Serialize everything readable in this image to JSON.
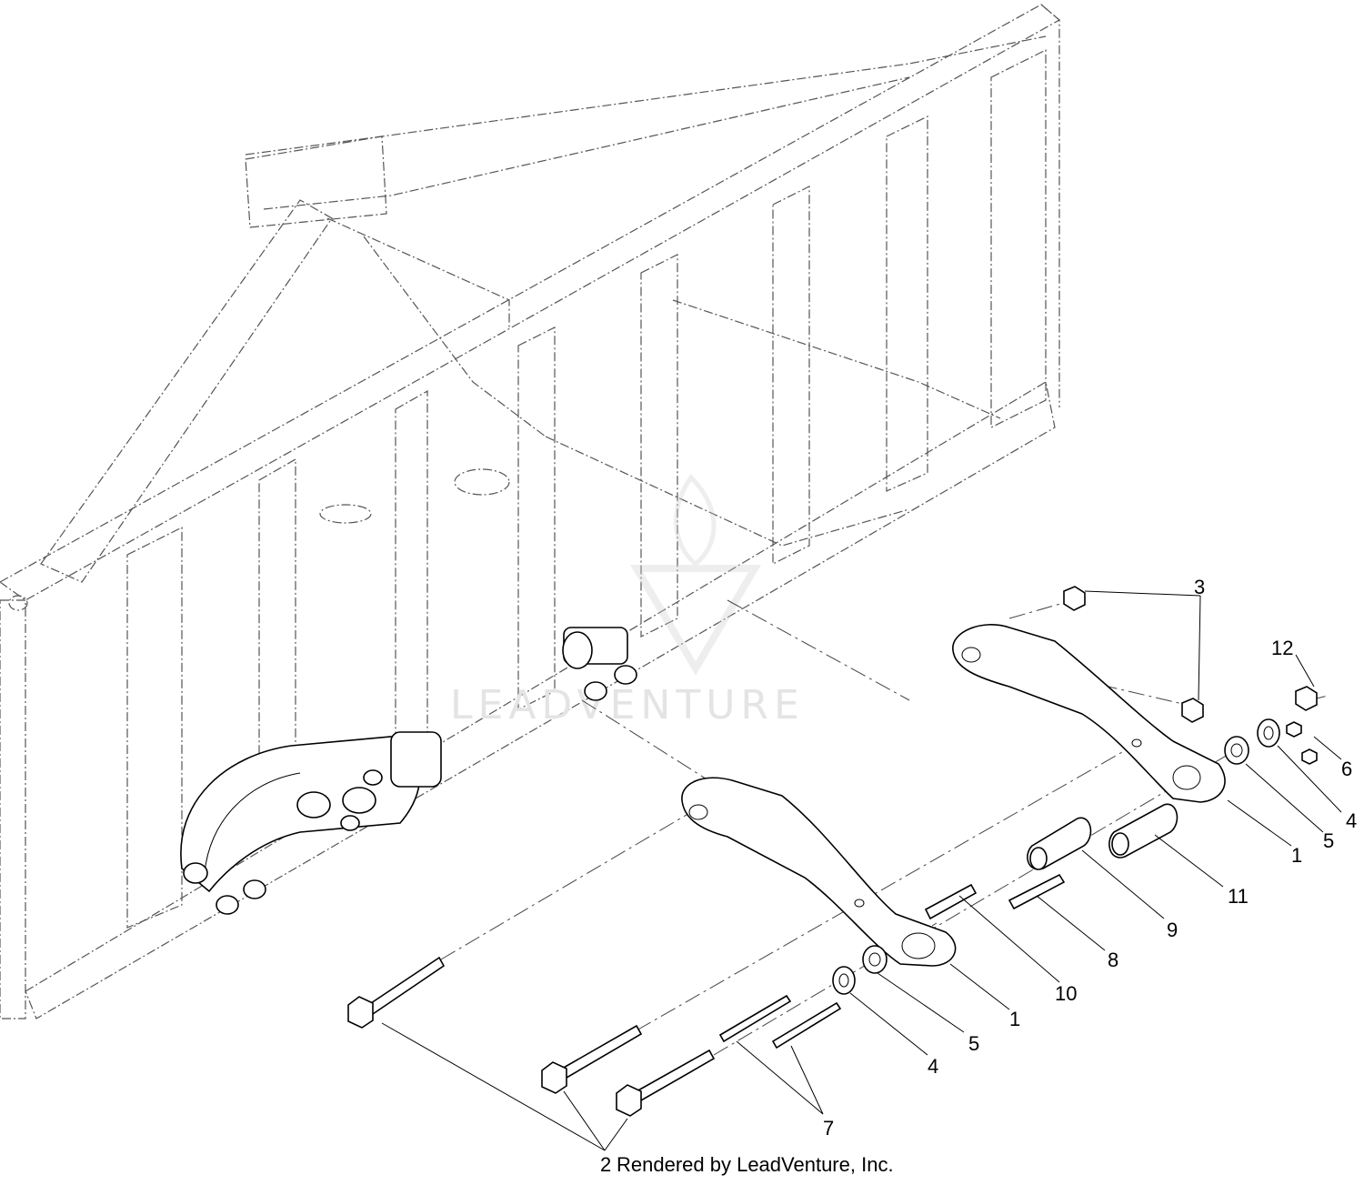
{
  "watermark": {
    "text": "LEADVENTURE"
  },
  "credit": {
    "text": "Rendered by LeadVenture, Inc."
  },
  "callouts": {
    "n1a": "1",
    "n1b": "1",
    "n2": "2",
    "n3": "3",
    "n4a": "4",
    "n4b": "4",
    "n5a": "5",
    "n5b": "5",
    "n6": "6",
    "n7": "7",
    "n8": "8",
    "n9": "9",
    "n10": "10",
    "n11": "11",
    "n12": "12"
  }
}
